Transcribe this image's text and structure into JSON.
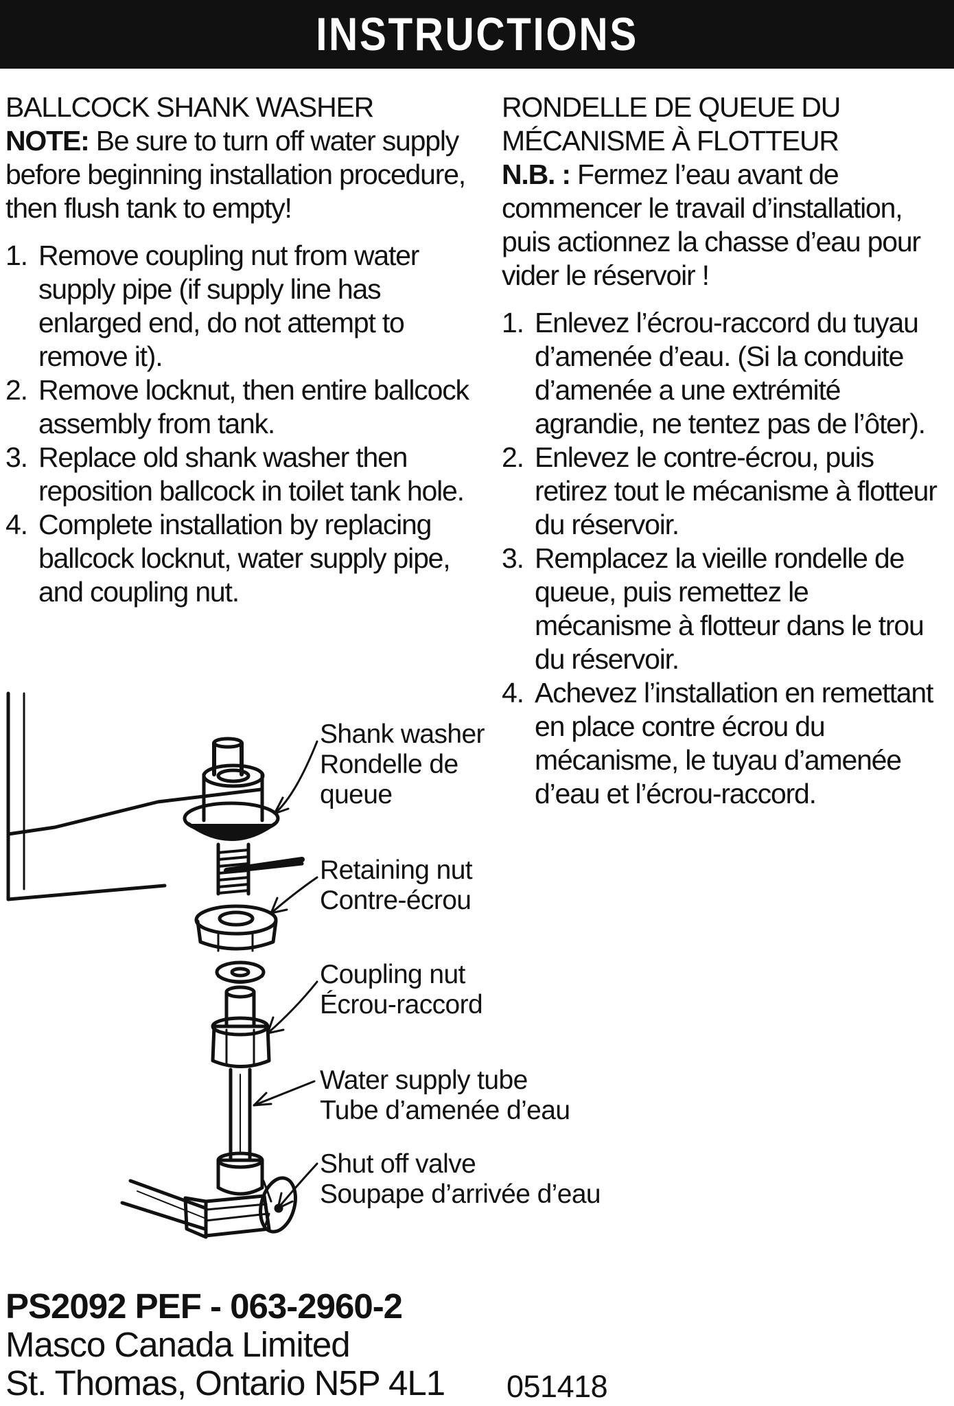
{
  "banner": {
    "title": "INSTRUCTIONS"
  },
  "english": {
    "heading": "BALLCOCK SHANK WASHER",
    "note_label": "NOTE:",
    "note_text": " Be sure to turn off water supply before beginning installation procedure, then flush tank to empty!",
    "steps": [
      {
        "num": "1.",
        "text": "Remove coupling nut from water supply pipe (if supply line has enlarged end, do not attempt to remove it)."
      },
      {
        "num": "2.",
        "text": "Remove locknut, then entire ballcock assembly from tank."
      },
      {
        "num": "3.",
        "text": "Replace old shank washer then reposition ballcock in toilet tank hole."
      },
      {
        "num": "4.",
        "text": "Complete installation by replacing ballcock locknut, water supply pipe, and coupling nut."
      }
    ]
  },
  "french": {
    "heading_line1": "RONDELLE DE QUEUE DU",
    "heading_line2": "MÉCANISME À FLOTTEUR",
    "note_label": "N.B. :",
    "note_text": " Fermez l’eau avant de commencer le travail d’installation, puis actionnez la chasse d’eau pour vider le réservoir !",
    "steps": [
      {
        "num": "1.",
        "text": "Enlevez l’écrou-raccord du tuyau d’amenée d’eau. (Si la conduite d’amenée a une extrémité agrandie, ne tentez pas de l’ôter)."
      },
      {
        "num": "2.",
        "text": "Enlevez le contre-écrou, puis retirez tout le mécanisme à flotteur du réservoir."
      },
      {
        "num": "3.",
        "text": "Remplacez la vieille rondelle de queue, puis remettez le mécanisme à flotteur dans le trou du réservoir."
      },
      {
        "num": "4.",
        "text": "Achevez l’installation en remettant en place contre écrou du mécanisme, le tuyau d’amenée d’eau et l’écrou-raccord."
      }
    ]
  },
  "diagram": {
    "callouts": [
      {
        "lines": [
          "Shank washer",
          "Rondelle de",
          "queue"
        ]
      },
      {
        "lines": [
          "Retaining nut",
          "Contre-écrou"
        ]
      },
      {
        "lines": [
          "Coupling nut",
          "Écrou-raccord"
        ]
      },
      {
        "lines": [
          "Water supply tube",
          "Tube d’amenée d’eau"
        ]
      },
      {
        "lines": [
          "Shut off valve",
          "Soupape d’arrivée d’eau"
        ]
      }
    ]
  },
  "footer": {
    "line1": "PS2092 PEF - 063-2960-2",
    "line2": "Masco Canada Limited",
    "line3": "St. Thomas, Ontario  N5P 4L1",
    "code": "051418"
  }
}
